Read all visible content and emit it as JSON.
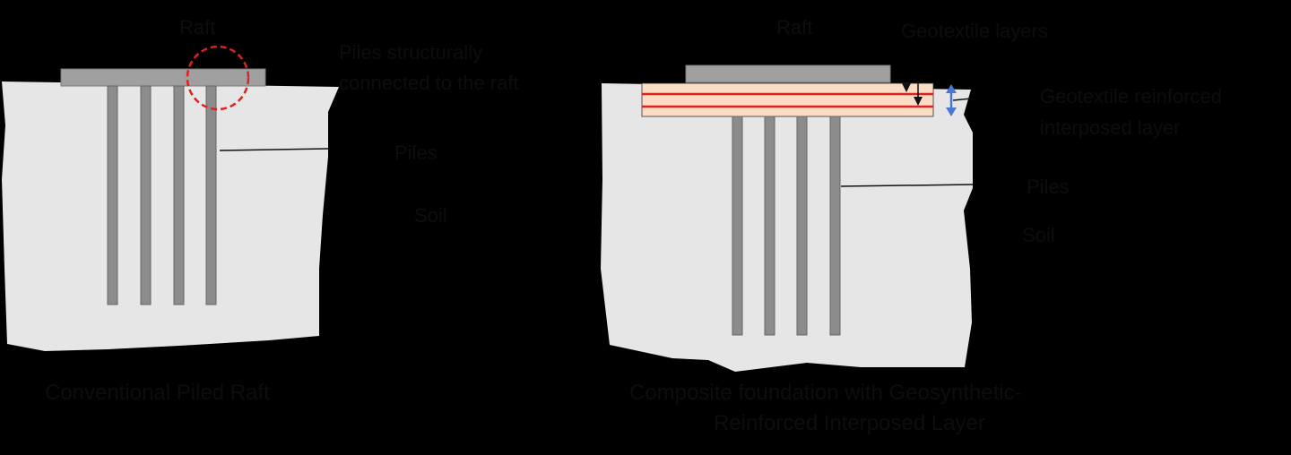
{
  "left_diagram": {
    "raft_label": "Raft",
    "connection_label_line1": "Piles structurally",
    "connection_label_line2": "connected to the raft",
    "piles_label": "Piles",
    "soil_label": "Soil",
    "caption": "Conventional Piled Raft"
  },
  "right_diagram": {
    "raft_label": "Raft",
    "geotextile_label": "Geotextile layers",
    "layer_label_line1": "Geotextile reinforced",
    "layer_label_line2": "interposed layer",
    "piles_label": "Piles",
    "soil_label": "Soil",
    "caption_line1": "Composite foundation with Geosynthetic-",
    "caption_line2": "Reinforced Interposed Layer"
  },
  "colors": {
    "background": "#000000",
    "soil": "#e6e6e6",
    "pile": "#8c8c8c",
    "raft": "#a0a0a0",
    "interposed_layer": "#fbdcc4",
    "geotextile": "#e02020",
    "highlight_circle": "#e02020",
    "double_arrow": "#4a78d0",
    "text": "#0d0d0d"
  }
}
